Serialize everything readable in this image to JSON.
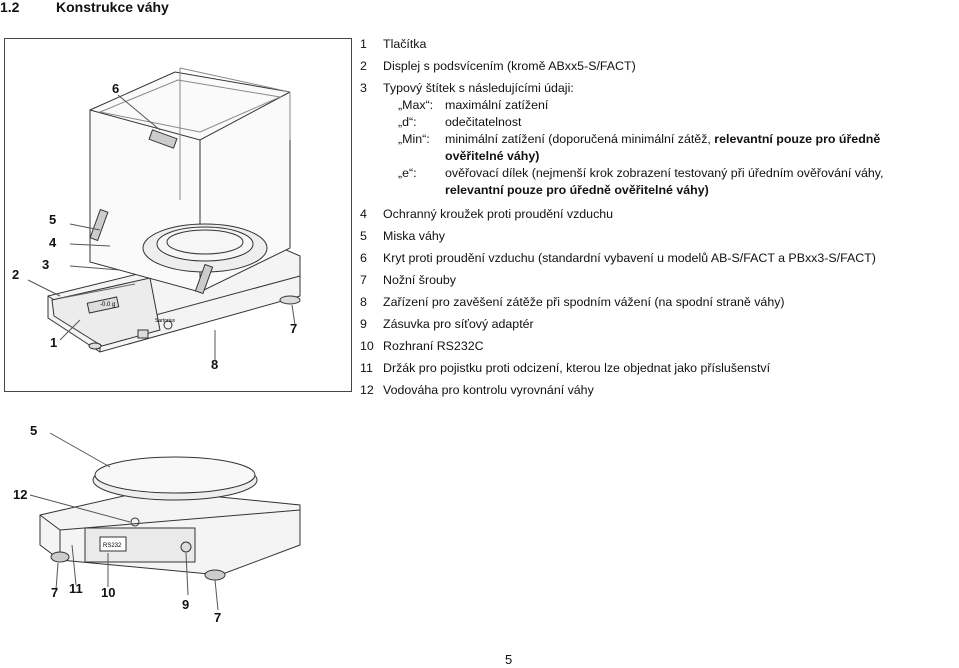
{
  "section": {
    "number": "1.2",
    "title": "Konstrukce váhy"
  },
  "figure_top": {
    "callouts": {
      "c1": "1",
      "c2": "2",
      "c3": "3",
      "c4": "4",
      "c5": "5",
      "c6": "6",
      "c7": "7",
      "c8": "8"
    },
    "display_text": "-0.0 g",
    "label_text": "Sartorius"
  },
  "figure_bottom": {
    "callouts": {
      "c5": "5",
      "c12": "12",
      "c7a": "7",
      "c11": "11",
      "c10": "10",
      "c9": "9",
      "c7b": "7"
    },
    "port_label": "RS232"
  },
  "legend": {
    "items": [
      {
        "num": "1",
        "text": "Tlačítka"
      },
      {
        "num": "2",
        "text": "Displej s podsvícením (kromě ABxx5-S/FACT)"
      },
      {
        "num": "3",
        "text": "Typový štítek s následujícími údaji:"
      }
    ],
    "label_rows": [
      {
        "key": "„Max“:",
        "value": "maximální zatížení"
      },
      {
        "key": "„d“:",
        "value": "odečitatelnost"
      }
    ],
    "min_row": {
      "key": "„Min“:",
      "value": "minimální zatížení (doporučená minimální zátěž,",
      "value_bold": "relevantní pouze pro úředně",
      "cont_bold": "ověřitelné váhy)",
      "cont_tail": ""
    },
    "e_row": {
      "key": "„e“:",
      "value": "ověřovací dílek (nejmenší krok zobrazení testovaný při úředním ověřování váhy,",
      "cont_bold": "relevantní pouze pro úředně ověřitelné váhy)"
    },
    "items2": [
      {
        "num": "4",
        "text": "Ochranný kroužek proti proudění vzduchu"
      },
      {
        "num": "5",
        "text": "Miska váhy"
      },
      {
        "num": "6",
        "text": "Kryt proti proudění vzduchu (standardní vybavení u modelů AB-S/FACT a PBxx3-S/FACT)"
      },
      {
        "num": "7",
        "text": "Nožní šrouby"
      },
      {
        "num": "8",
        "text": "Zařízení pro zavěšení zátěže při spodním vážení (na spodní straně váhy)"
      },
      {
        "num": "9",
        "text": "Zásuvka pro síťový adaptér"
      },
      {
        "num": "10",
        "text": "Rozhraní RS232C"
      },
      {
        "num": "11",
        "text": "Držák pro pojistku proti odcizení, kterou lze objednat jako příslušenství"
      },
      {
        "num": "12",
        "text": "Vodováha pro kontrolu vyrovnání váhy"
      }
    ]
  },
  "page_number": "5"
}
